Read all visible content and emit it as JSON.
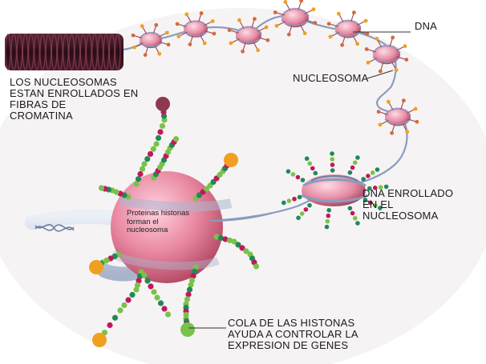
{
  "labels": {
    "dna": "DNA",
    "nucleosoma": "NUCLEOSOMA",
    "fibras": [
      "LOS NUCLEOSOMAS",
      "ESTAN ENROLLADOS EN",
      "FIBRAS DE",
      "CROMATINA"
    ],
    "enrollado": [
      "DNA ENROLLADO",
      "EN EL",
      "NUCLEOSOMA"
    ],
    "proteinas": [
      "Proteinas histonas",
      "forman el",
      "nucleosoma"
    ],
    "cola": [
      "COLA DE LAS HISTONAS",
      "AYUDA A CONTROLAR LA",
      "EXPRESION DE GENES"
    ]
  },
  "colors": {
    "histone": "#e8869f",
    "histone_dark": "#b04560",
    "fiber": "#3a1420",
    "dna_strand": "#8a9cc0",
    "tail_green": "#79c24a",
    "tail_dark_green": "#1f8a55",
    "tail_magenta": "#c2185b",
    "tail_orange": "#f0a020"
  }
}
